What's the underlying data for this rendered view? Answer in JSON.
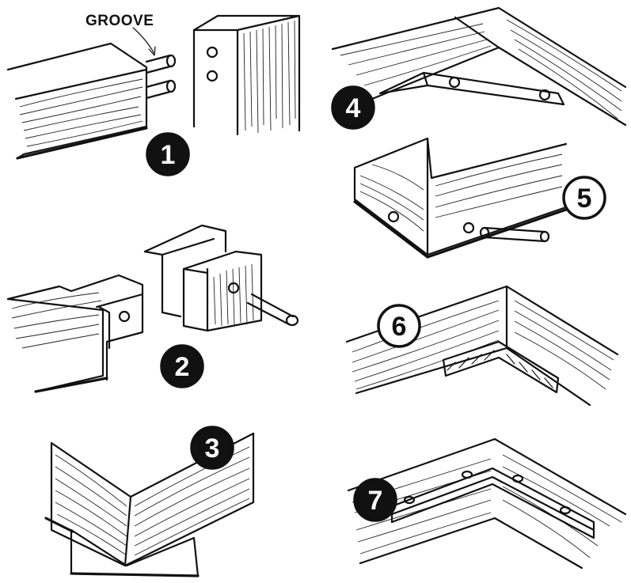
{
  "labels": {
    "groove": "GROOVE"
  },
  "steps": [
    {
      "number": "1",
      "style": "black"
    },
    {
      "number": "2",
      "style": "black"
    },
    {
      "number": "3",
      "style": "black"
    },
    {
      "number": "4",
      "style": "black"
    },
    {
      "number": "5",
      "style": "white"
    },
    {
      "number": "6",
      "style": "white"
    },
    {
      "number": "7",
      "style": "black"
    }
  ]
}
